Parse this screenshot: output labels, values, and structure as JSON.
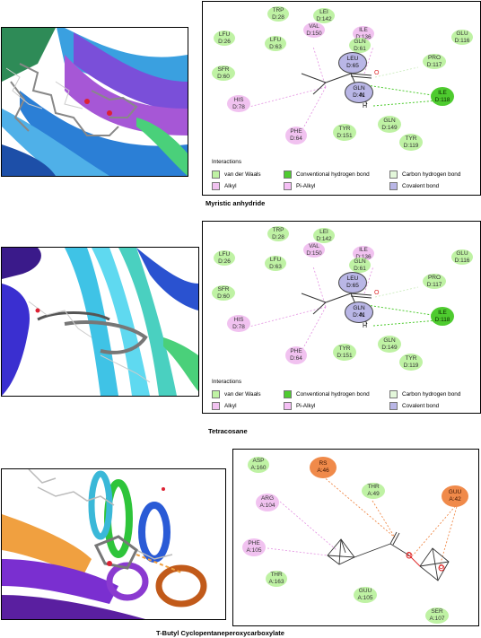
{
  "figures": [
    {
      "caption": "Myristic anhydride",
      "residues": [
        {
          "name": "TRP",
          "id": "D:28",
          "type": "vdw"
        },
        {
          "name": "LEI",
          "id": "D:142",
          "type": "vdw"
        },
        {
          "name": "LFU",
          "id": "D:26",
          "type": "vdw"
        },
        {
          "name": "LFU",
          "id": "D:63",
          "type": "vdw"
        },
        {
          "name": "VAL",
          "id": "D:150",
          "type": "alkyl"
        },
        {
          "name": "ILE",
          "id": "D:136",
          "type": "alkyl"
        },
        {
          "name": "GLU",
          "id": "D:116",
          "type": "vdw"
        },
        {
          "name": "GLN",
          "id": "D:61",
          "type": "vdw"
        },
        {
          "name": "LEU",
          "id": "D:65",
          "type": "cov"
        },
        {
          "name": "PRO",
          "id": "D:117",
          "type": "vdw"
        },
        {
          "name": "SFR",
          "id": "D:60",
          "type": "vdw"
        },
        {
          "name": "GLN",
          "id": "D:41",
          "type": "cov"
        },
        {
          "name": "ILE",
          "id": "D:118",
          "type": "hb"
        },
        {
          "name": "HIS",
          "id": "D:78",
          "type": "alkyl"
        },
        {
          "name": "PHE",
          "id": "D:64",
          "type": "alkyl"
        },
        {
          "name": "TYR",
          "id": "D:151",
          "type": "vdw"
        },
        {
          "name": "GLN",
          "id": "D:149",
          "type": "vdw"
        },
        {
          "name": "TYR",
          "id": "D:119",
          "type": "vdw"
        }
      ],
      "atoms": {
        "o": "O",
        "n": "N",
        "h": "H"
      }
    },
    {
      "caption": "Tetracosane",
      "residues": [
        {
          "name": "TRP",
          "id": "D:28",
          "type": "vdw"
        },
        {
          "name": "LEI",
          "id": "D:142",
          "type": "vdw"
        },
        {
          "name": "LFU",
          "id": "D:26",
          "type": "vdw"
        },
        {
          "name": "LFU",
          "id": "D:63",
          "type": "vdw"
        },
        {
          "name": "VAL",
          "id": "D:150",
          "type": "alkyl"
        },
        {
          "name": "ILE",
          "id": "D:136",
          "type": "alkyl"
        },
        {
          "name": "GLU",
          "id": "D:116",
          "type": "vdw"
        },
        {
          "name": "GLN",
          "id": "D:61",
          "type": "vdw"
        },
        {
          "name": "LEU",
          "id": "D:65",
          "type": "cov"
        },
        {
          "name": "PRO",
          "id": "D:117",
          "type": "vdw"
        },
        {
          "name": "SFR",
          "id": "D:60",
          "type": "vdw"
        },
        {
          "name": "GLN",
          "id": "D:41",
          "type": "cov"
        },
        {
          "name": "ILE",
          "id": "D:118",
          "type": "hb"
        },
        {
          "name": "HIS",
          "id": "D:78",
          "type": "alkyl"
        },
        {
          "name": "PHE",
          "id": "D:64",
          "type": "alkyl"
        },
        {
          "name": "TYR",
          "id": "D:151",
          "type": "vdw"
        },
        {
          "name": "GLN",
          "id": "D:149",
          "type": "vdw"
        },
        {
          "name": "TYR",
          "id": "D:119",
          "type": "vdw"
        }
      ],
      "atoms": {
        "o": "O",
        "n": "N",
        "h": "H"
      }
    },
    {
      "caption": "T-Butyl Cyclopentaneperoxycarboxylate",
      "residues": [
        {
          "name": "ASP",
          "id": "A:160",
          "type": "vdw"
        },
        {
          "name": "RS",
          "id": "A:46",
          "type": "orange"
        },
        {
          "name": "THR",
          "id": "A:49",
          "type": "vdw"
        },
        {
          "name": "GUU",
          "id": "A:42",
          "type": "orange"
        },
        {
          "name": "ARG",
          "id": "A:104",
          "type": "alkyl"
        },
        {
          "name": "PHE",
          "id": "A:105",
          "type": "alkyl"
        },
        {
          "name": "THR",
          "id": "A:163",
          "type": "vdw"
        },
        {
          "name": "GUU",
          "id": "A:105",
          "type": "vdw"
        },
        {
          "name": "SER",
          "id": "A:107",
          "type": "vdw"
        }
      ],
      "atoms": {
        "o1": "O",
        "o2": "O"
      }
    }
  ],
  "legend": {
    "title": "Interactions",
    "items": [
      {
        "label": "van der Waals",
        "color": "#bff2a4"
      },
      {
        "label": "Conventional hydrogen bond",
        "color": "#4ecb2f"
      },
      {
        "label": "Carbon hydrogen bond",
        "color": "#e3f7da"
      },
      {
        "label": "Alkyl",
        "color": "#f1c2f0"
      },
      {
        "label": "Pi-Alkyl",
        "color": "#f5bff5"
      },
      {
        "label": "Covalent bond",
        "color": "#b9b6e6"
      }
    ]
  }
}
